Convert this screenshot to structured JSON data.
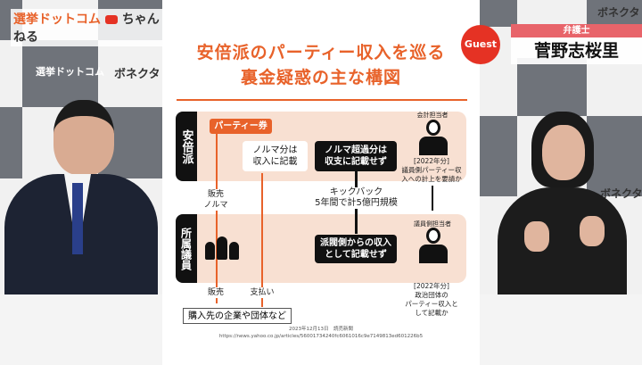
{
  "channel": {
    "logo_text": "選挙ドットコム",
    "youtube_label": "ちゃんねる",
    "sponsor": "ボネクタ"
  },
  "guest": {
    "badge": "Guest",
    "role": "弁護士",
    "name": "菅野志桜里"
  },
  "slide": {
    "title_line1": "安倍派のパーティー収入を巡る",
    "title_line2": "裏金疑惑の主な構図",
    "row_top": "安倍派",
    "row_bottom": "所属議員",
    "party_ticket": "パーティー券",
    "quota_recorded": "ノルマ分は\n収入に記載",
    "excess_not_recorded": "ノルマ超過分は\n収支に記載せず",
    "kickback": "キックバック\n5年間で計5億円規模",
    "not_recorded_as_income": "派閥側からの収入\nとして記載せず",
    "sales_quota": "販売\nノルマ",
    "sales": "販売",
    "payment": "支払い",
    "buyers": "購入先の企業や団体など",
    "accountant_label": "会計担当者",
    "accountant_note": "[2022年分]\n議員側パーティー収\n入への計上を要請か",
    "member_staff_label": "議員側担当者",
    "member_staff_note": "[2022年分]\n政治団体の\nパーティー収入と\nして記載か",
    "source_date": "2023年12月13日　読売新聞",
    "source_url": "https://news.yahoo.co.jp/articles/56001734240fc6061016c9e7149813ed601226b5"
  },
  "colors": {
    "accent": "#e8622a",
    "band": "#f8e0d2",
    "guest_red": "#e53224"
  }
}
